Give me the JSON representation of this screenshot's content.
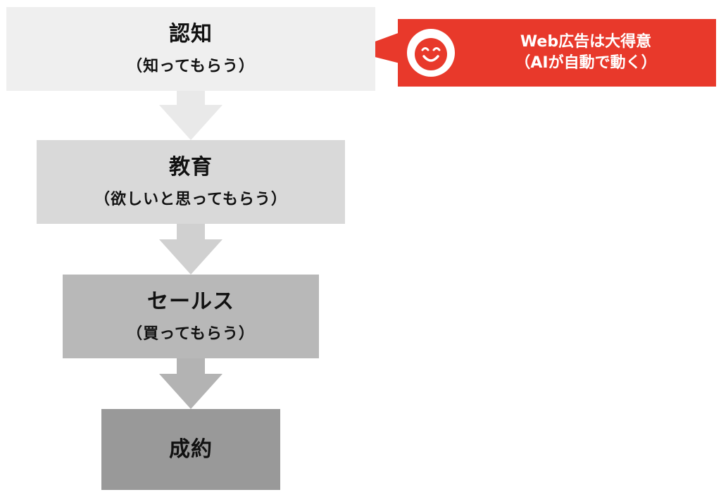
{
  "flow": {
    "stages": [
      {
        "title": "認知",
        "subtitle": "（知ってもらう）"
      },
      {
        "title": "教育",
        "subtitle": "（欲しいと思ってもらう）"
      },
      {
        "title": "セールス",
        "subtitle": "（買ってもらう）"
      },
      {
        "title": "成約"
      }
    ]
  },
  "callout": {
    "line1": "Web広告は大得意",
    "line2": "（AIが自動で動く）",
    "icon": "smiley-face-icon",
    "color": "#e8392b"
  },
  "colors": {
    "stage1": "#efefef",
    "stage2": "#d9d9d9",
    "stage3": "#b8b8b8",
    "stage4": "#999999",
    "arrow1": "#e9e9e9",
    "arrow2": "#d0d0d0",
    "arrow3": "#b3b3b3"
  }
}
